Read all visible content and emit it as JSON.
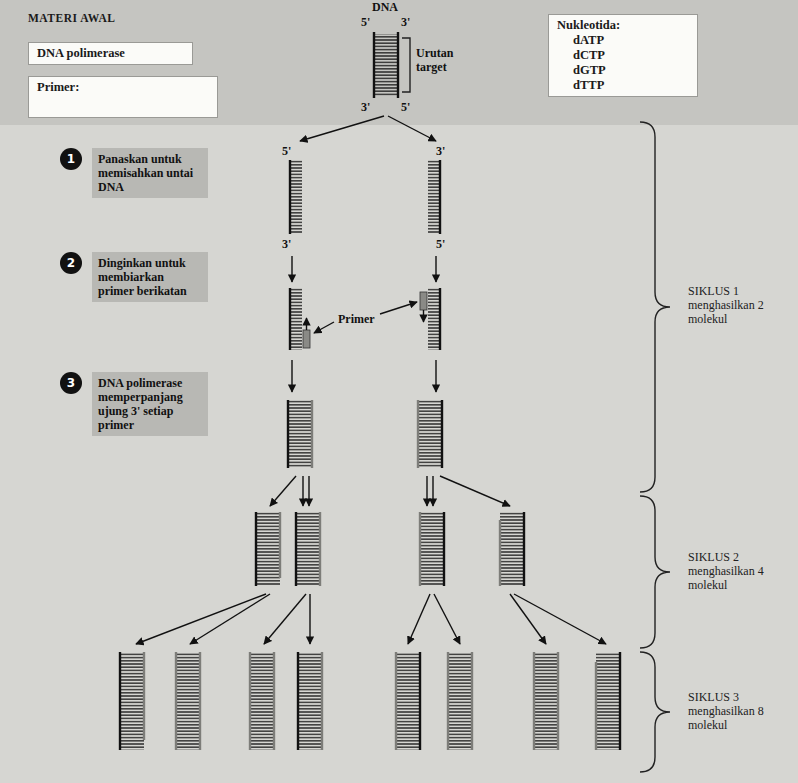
{
  "diagram": {
    "nodes": [
      {
        "text": [
          "MATERI AWAL"
        ]
      },
      {
        "text": [
          "DNA polimerase"
        ],
        "in": 0
      },
      {
        "text": [
          "Primer:"
        ],
        "in": 0
      },
      {
        "text": [
          "Nukleotida:",
          "dATP",
          "dCTP",
          "dGTP",
          "dTTP"
        ],
        "in": 0
      },
      {
        "text": [
          "1",
          "Panaskan untuk memisahkan untai DNA"
        ]
      },
      {
        "text": [
          "2",
          "Dinginkan untuk membiarkan primer berikatan"
        ]
      },
      {
        "text": [
          "3",
          "DNA polimerase memperpanjang ujung 3' setiap primer"
        ]
      }
    ],
    "labels": [
      "DNA",
      "5'",
      "3'",
      "Urutan target",
      "3'",
      "5'",
      "5'",
      "3'",
      "3'",
      "5'",
      "Primer",
      "SIKLUS 1 menghasilkan 2 molekul",
      "SIKLUS 2 menghasilkan 4 molekul",
      "SIKLUS 3 menghasilkan 8 molekul"
    ]
  }
}
